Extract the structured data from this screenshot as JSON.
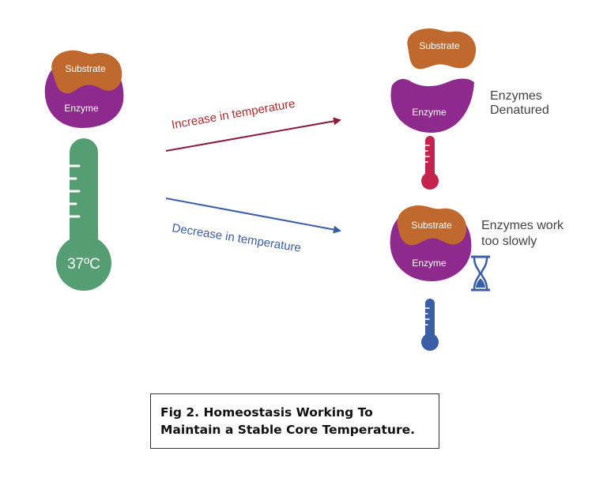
{
  "colors": {
    "substrate": "#c0692e",
    "enzyme": "#8e2a8e",
    "thermometer_main": "#559e73",
    "thermometer_hot": "#c4234e",
    "thermometer_cold": "#3a5ea8",
    "increase_arrow": "#8e1a3a",
    "decrease_arrow": "#3a5ea8",
    "increase_text": "#b02a2a",
    "decrease_text": "#3a5ea8",
    "outcome_text": "#444444"
  },
  "initial": {
    "substrate_label": "Substrate",
    "enzyme_label": "Enzyme",
    "thermometer_reading": "37ºC",
    "thermometer_icon": "thermometer-icon"
  },
  "increase": {
    "label": "Increase in temperature",
    "substrate_label": "Substrate",
    "enzyme_label": "Enzyme",
    "outcome_line1": "Enzymes",
    "outcome_line2": "Denatured",
    "thermometer_icon": "thermometer-hot-icon"
  },
  "decrease": {
    "label": "Decrease in temperature",
    "substrate_label": "Substrate",
    "enzyme_label": "Enzyme",
    "outcome_line1": "Enzymes work",
    "outcome_line2": "too slowly",
    "timer_icon": "hourglass-icon",
    "thermometer_icon": "thermometer-cold-icon"
  },
  "caption": {
    "line1": "Fig 2. Homeostasis Working To",
    "line2": "Maintain a Stable Core Temperature."
  }
}
